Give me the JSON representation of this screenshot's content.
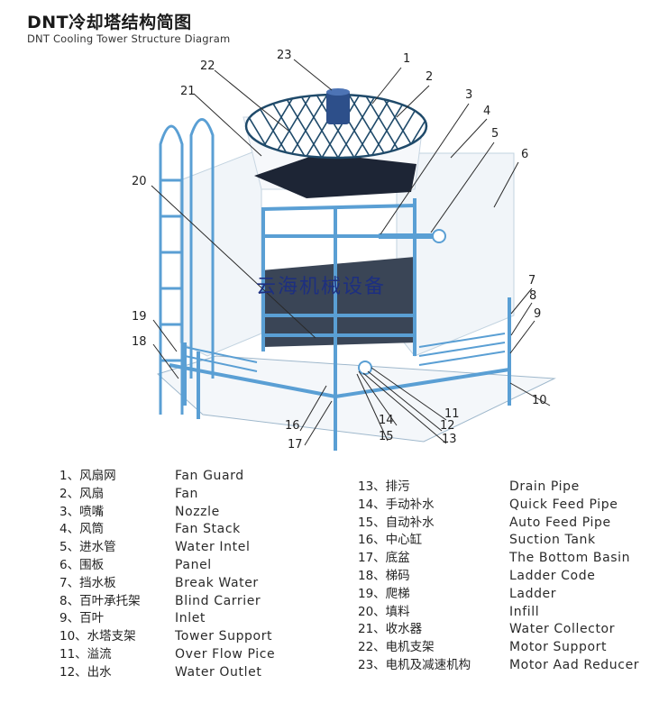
{
  "title": {
    "cn": "DNT冷却塔结构简图",
    "en": "DNT Cooling Tower Structure Diagram"
  },
  "watermark": "云海机械设备",
  "callouts": [
    "1",
    "2",
    "3",
    "4",
    "5",
    "6",
    "7",
    "8",
    "9",
    "10",
    "11",
    "12",
    "13",
    "14",
    "15",
    "16",
    "17",
    "18",
    "19",
    "20",
    "21",
    "22",
    "23"
  ],
  "legend_left": [
    {
      "cn": "1、风扇网",
      "en": "Fan Guard"
    },
    {
      "cn": "2、风扇",
      "en": "Fan"
    },
    {
      "cn": "3、喷嘴",
      "en": "Nozzle"
    },
    {
      "cn": "4、风筒",
      "en": "Fan Stack"
    },
    {
      "cn": "5、进水管",
      "en": "Water Intel"
    },
    {
      "cn": "6、围板",
      "en": "Panel"
    },
    {
      "cn": "7、挡水板",
      "en": "Break Water"
    },
    {
      "cn": "8、百叶承托架",
      "en": "Blind Carrier"
    },
    {
      "cn": "9、百叶",
      "en": "Inlet"
    },
    {
      "cn": "10、水塔支架",
      "en": "Tower Support"
    },
    {
      "cn": "11、溢流",
      "en": "Over Flow Pice"
    },
    {
      "cn": "12、出水",
      "en": "Water Outlet"
    }
  ],
  "legend_right": [
    {
      "cn": "13、排污",
      "en": "Drain Pipe"
    },
    {
      "cn": "14、手动补水",
      "en": "Quick Feed Pipe"
    },
    {
      "cn": "15、自动补水",
      "en": "Auto Feed Pipe"
    },
    {
      "cn": "16、中心缸",
      "en": "Suction Tank"
    },
    {
      "cn": "17、底盆",
      "en": "The Bottom Basin"
    },
    {
      "cn": "18、梯码",
      "en": "Ladder Code"
    },
    {
      "cn": "19、爬梯",
      "en": "Ladder"
    },
    {
      "cn": "20、填料",
      "en": "Infill"
    },
    {
      "cn": "21、收水器",
      "en": "Water Collector"
    },
    {
      "cn": "22、电机支架",
      "en": "Motor Support"
    },
    {
      "cn": "23、电机及减速机构",
      "en": "Motor Aad Reducer"
    }
  ],
  "colors": {
    "frame": "#5a9fd4",
    "panel": "#eef3f8",
    "guard": "#1f4a6a",
    "fan": "#1d2535",
    "motor": "#2d4f8a",
    "infill": "#3a4556",
    "line": "#2a2a2a"
  }
}
